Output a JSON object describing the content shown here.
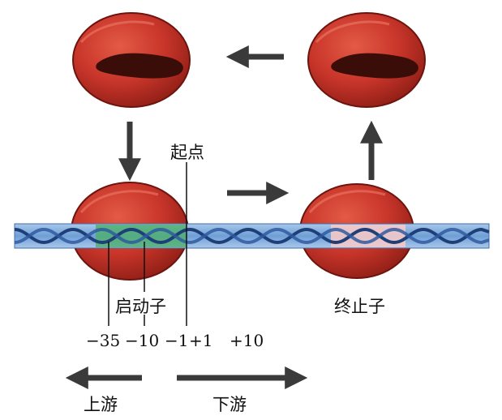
{
  "labels": {
    "start_site": "起点",
    "promoter": "启动子",
    "terminator": "终止子",
    "upstream": "上游",
    "downstream": "下游"
  },
  "positions": {
    "minus35": "−35",
    "minus10": "−10",
    "minus1": "−1",
    "plus1": "+1",
    "plus10": "+10"
  },
  "colors": {
    "rna_polymerase": "#c8352a",
    "dna_helix": "#4a7fc0",
    "promoter_region": "#4caf6a",
    "terminator_region": "#f3c9c9",
    "arrow": "#3a3a3a"
  }
}
